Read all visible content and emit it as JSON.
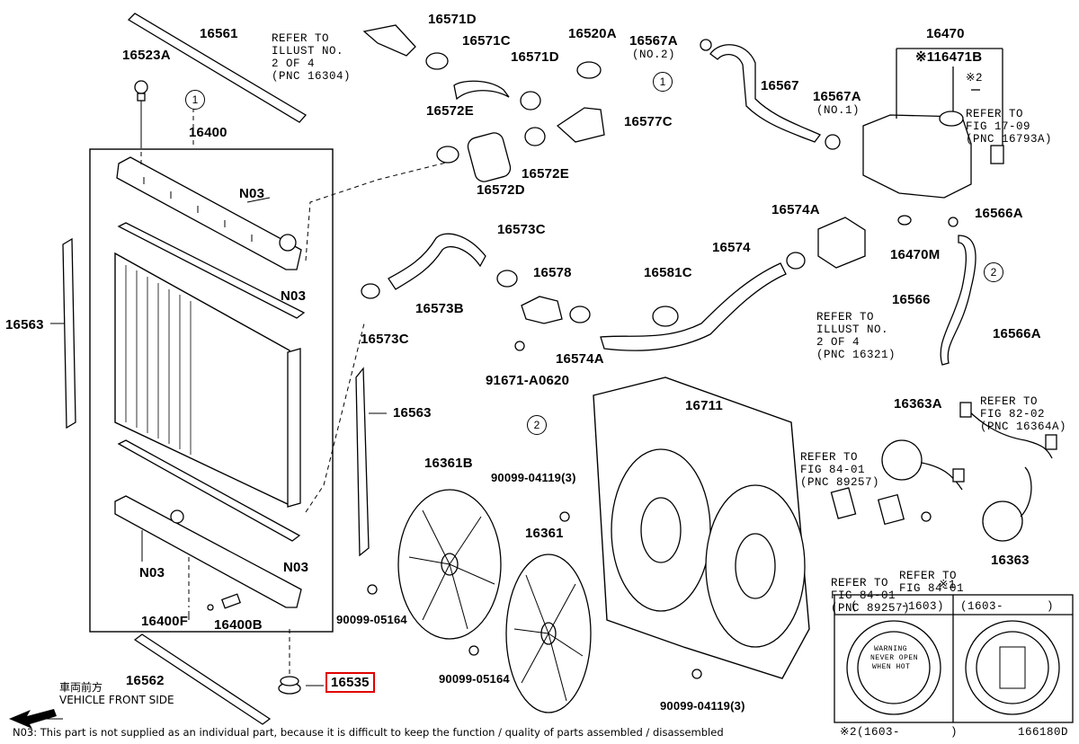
{
  "diagram_code": "166180D",
  "footnote_text": "N03: This part is not supplied as an individual part, because it is difficult to keep the function / quality of parts assembled / disassembled",
  "vehicle_front": {
    "jp": "車両前方",
    "en": "VEHICLE FRONT SIDE"
  },
  "highlight_color": "#e00000",
  "highlighted_part": "16535",
  "inset": {
    "col1": "(      -1603)",
    "col2": "(1603-      )",
    "note1": "※1",
    "note2": "※2(1603-       )",
    "cap_text": [
      "WARNING",
      "NEVER OPEN",
      "WHEN HOT"
    ]
  },
  "refs": [
    {
      "key": "ref_16304",
      "lines": [
        "REFER TO",
        "ILLUST NO.",
        "2 OF 4",
        "(PNC 16304)"
      ]
    },
    {
      "key": "ref_16793",
      "lines": [
        "REFER TO",
        "FIG 17-09",
        "(PNC 16793A)"
      ]
    },
    {
      "key": "ref_16321",
      "lines": [
        "REFER TO",
        "ILLUST NO.",
        "2 OF 4",
        "(PNC 16321)"
      ]
    },
    {
      "key": "ref_16364",
      "lines": [
        "REFER TO",
        "FIG 82-02",
        "(PNC 16364A)"
      ]
    },
    {
      "key": "ref_89257a",
      "lines": [
        "REFER TO",
        "FIG 84-01",
        "(PNC 89257)"
      ]
    },
    {
      "key": "ref_89257b",
      "lines": [
        "REFER TO",
        "FIG 84-01",
        "(PNC 89257)"
      ]
    },
    {
      "key": "ref_8401",
      "lines": [
        "REFER TO",
        "FIG 84-01"
      ]
    }
  ],
  "labels": [
    "16561",
    "16523A",
    "16400",
    "N03",
    "N03",
    "16563",
    "16563",
    "N03",
    "N03",
    "16400F",
    "16400B",
    "16562",
    "16535",
    "16571D",
    "16571C",
    "16571D",
    "16520A",
    "16572E",
    "16572D",
    "16572E",
    "16577C",
    "16567A",
    "(NO.2)",
    "16567",
    "16567A",
    "(NO.1)",
    "16470",
    "※116471B",
    "※2",
    "16566A",
    "16470M",
    "16566",
    "16566A",
    "16573C",
    "16573B",
    "16573C",
    "16578",
    "91671-A0620",
    "16574A",
    "16581C",
    "16574",
    "16574A",
    "16711",
    "16361B",
    "16361",
    "90099-04119(3)",
    "90099-05164",
    "90099-05164",
    "90099-04119(3)",
    "16363A",
    "16363",
    "※1"
  ],
  "circles": [
    "1",
    "1",
    "2",
    "2"
  ]
}
